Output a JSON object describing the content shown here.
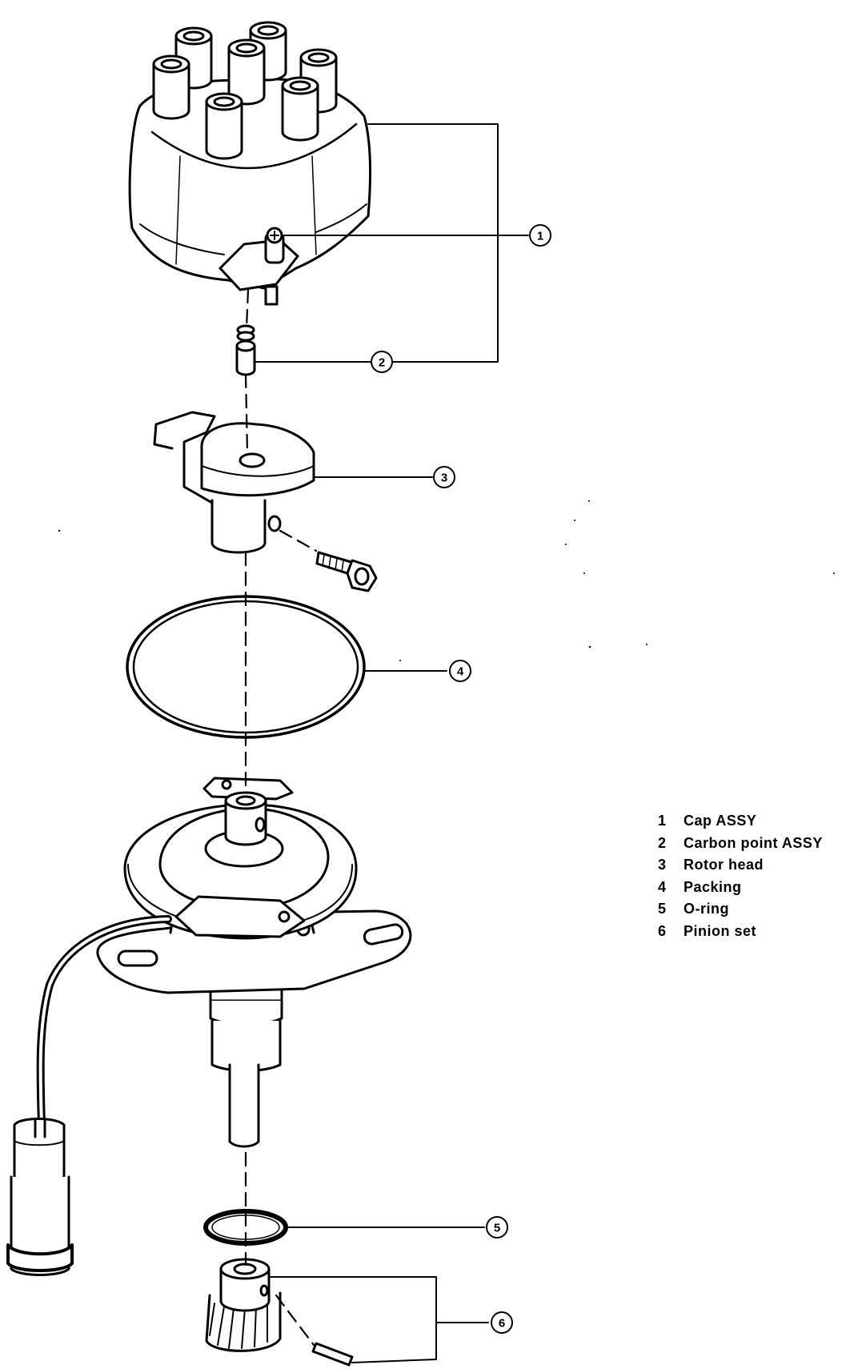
{
  "callouts": [
    {
      "number": "1"
    },
    {
      "number": "2"
    },
    {
      "number": "3"
    },
    {
      "number": "4"
    },
    {
      "number": "5"
    },
    {
      "number": "6"
    }
  ],
  "legend": [
    {
      "number": "1",
      "label": "Cap ASSY"
    },
    {
      "number": "2",
      "label": "Carbon point ASSY"
    },
    {
      "number": "3",
      "label": "Rotor head"
    },
    {
      "number": "4",
      "label": "Packing"
    },
    {
      "number": "5",
      "label": "O-ring"
    },
    {
      "number": "6",
      "label": "Pinion set"
    }
  ]
}
